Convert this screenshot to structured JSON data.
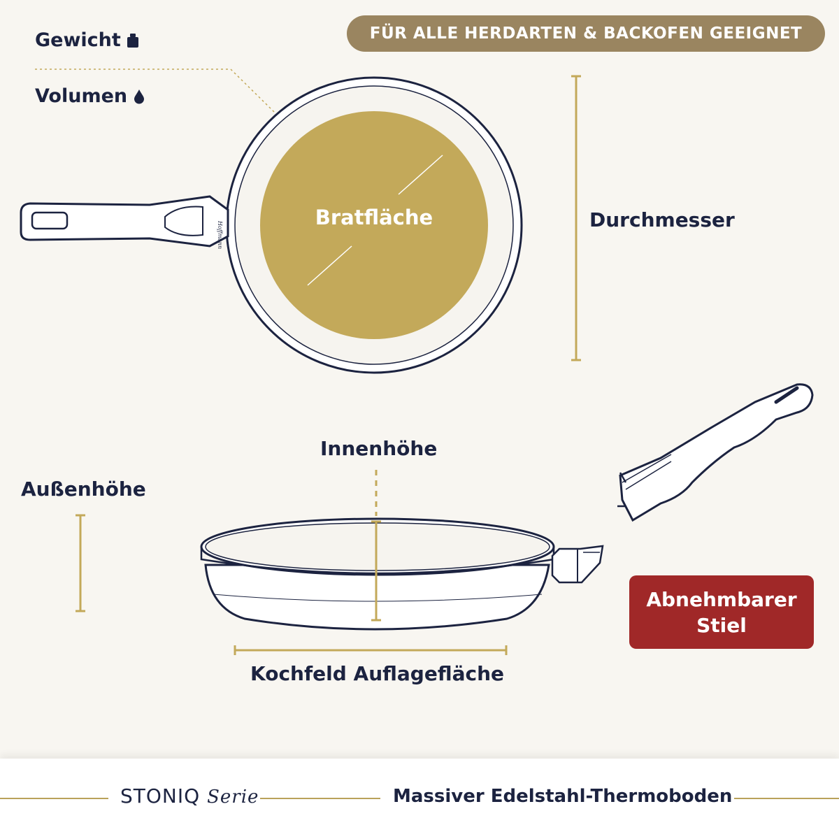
{
  "badge": {
    "text": "FÜR ALLE HERDARTEN & BACKOFEN GEEIGNET"
  },
  "labels": {
    "gewicht": "Gewicht",
    "volumen": "Volumen",
    "bratflaeche": "Bratfläche",
    "durchmesser": "Durchmesser",
    "innenhoehe": "Innenhöhe",
    "aussenhoehe": "Außenhöhe",
    "kochfeld": "Kochfeld Auflagefläche"
  },
  "stiel_button": {
    "line1": "Abnehmbarer",
    "line2": "Stiel"
  },
  "footer": {
    "series_name": "STONIQ",
    "series_suffix": "Serie",
    "feature": "Massiver Edelstahl-Thermoboden"
  },
  "icons": {
    "weight": "weight-icon",
    "drop": "drop-icon"
  },
  "colors": {
    "background": "#f8f6f1",
    "navy": "#1c2340",
    "gold": "#c3a95a",
    "badge": "#9a8560",
    "red": "#a02828"
  }
}
